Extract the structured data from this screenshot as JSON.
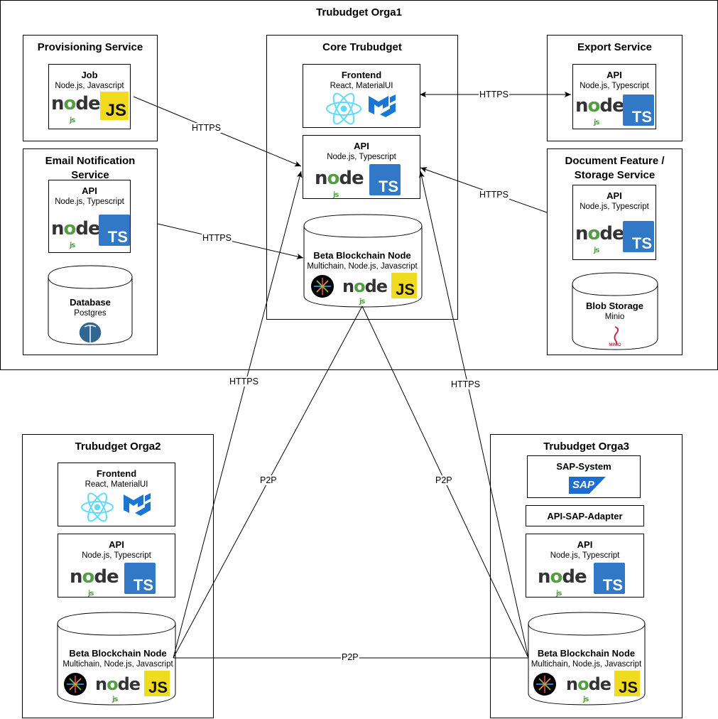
{
  "orga1": {
    "title": "Trubudget Orga1",
    "provisioning": {
      "title": "Provisioning Service",
      "job": {
        "title": "Job",
        "tech": "Node.js, Javascript"
      }
    },
    "email": {
      "title_line1": "Email Notification",
      "title_line2": "Service",
      "api": {
        "title": "API",
        "tech": "Node.js, Typescript"
      },
      "db": {
        "title": "Database",
        "tech": "Postgres"
      }
    },
    "core": {
      "title": "Core Trubudget",
      "frontend": {
        "title": "Frontend",
        "tech": "React, MaterialUI"
      },
      "api": {
        "title": "API",
        "tech": "Node.js, Typescript"
      },
      "node": {
        "title": "Beta Blockchain Node",
        "tech": "Multichain, Node.js, Javascript"
      }
    },
    "export": {
      "title": "Export Service",
      "api": {
        "title": "API",
        "tech": "Node.js, Typescript"
      }
    },
    "document": {
      "title_line1": "Document Feature /",
      "title_line2": "Storage Service",
      "api": {
        "title": "API",
        "tech": "Node.js, Typescript"
      },
      "blob": {
        "title": "Blob Storage",
        "tech": "Minio",
        "logo_text": "MINIO"
      }
    }
  },
  "orga2": {
    "title": "Trubudget Orga2",
    "frontend": {
      "title": "Frontend",
      "tech": "React, MaterialUI"
    },
    "api": {
      "title": "API",
      "tech": "Node.js, Typescript"
    },
    "node": {
      "title": "Beta Blockchain Node",
      "tech": "Multichain, Node.js, Javascript"
    }
  },
  "orga3": {
    "title": "Trubudget Orga3",
    "sap": {
      "title": "SAP-System",
      "logo_text": "SAP"
    },
    "adapter": {
      "title": "API-SAP-Adapter"
    },
    "api": {
      "title": "API",
      "tech": "Node.js, Typescript"
    },
    "node": {
      "title": "Beta Blockchain Node",
      "tech": "Multichain, Node.js, Javascript"
    }
  },
  "edges": {
    "https": "HTTPS",
    "p2p": "P2P"
  },
  "logos": {
    "node_text_1": "n",
    "node_text_2": "o",
    "node_text_3": "de",
    "node_sub": "js",
    "ts_text": "TS",
    "js_text": "JS"
  },
  "colors": {
    "ts": "#3178c6",
    "js": "#f0db1f",
    "node_green": "#539e43",
    "react": "#61dafb",
    "mui": "#1976d2",
    "postgres": "#336791",
    "sap": "#1a6ed2",
    "minio": "#c72c48"
  }
}
